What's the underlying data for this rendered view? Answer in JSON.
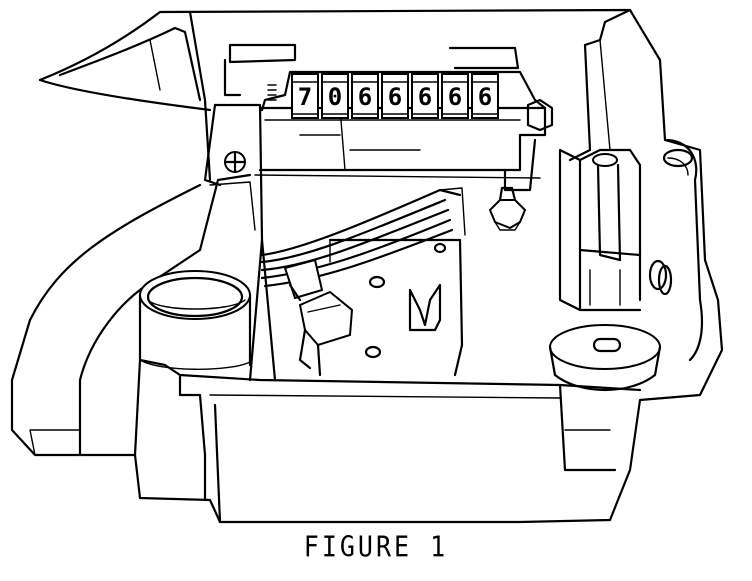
{
  "figure": {
    "caption": "FIGURE 1",
    "counter_digits": [
      "7",
      "0",
      "6",
      "6",
      "6",
      "6",
      "6"
    ]
  }
}
